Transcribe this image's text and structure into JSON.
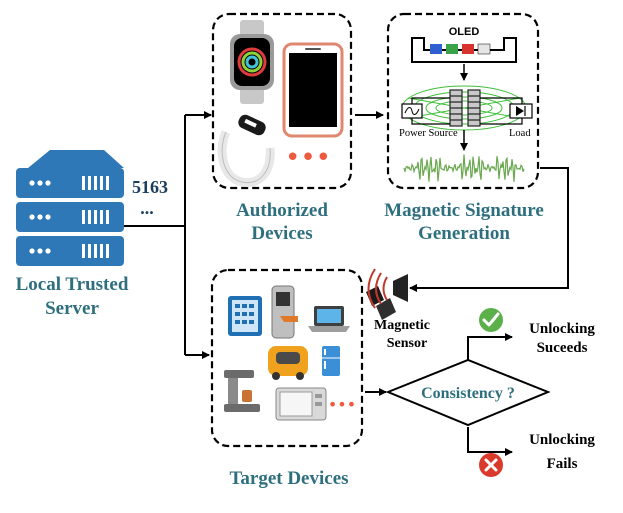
{
  "server": {
    "line1": "Local Trusted",
    "line2": "Server",
    "id_number": "5163",
    "ellipsis": "...",
    "icon": "server-rack-icon"
  },
  "authorized": {
    "line1": "Authorized",
    "line2": "Devices",
    "more_dots": "•••"
  },
  "magnetic_signature": {
    "line1": "Magnetic Signature",
    "line2": "Generation",
    "oled_label": "OLED",
    "power_source_label": "Power Source",
    "load_label": "Load"
  },
  "sensor": {
    "line1": "Magnetic",
    "line2": "Sensor"
  },
  "target": {
    "label": "Target Devices",
    "more_dots": "•••"
  },
  "decision": {
    "label": "Consistency ?"
  },
  "outcomes": {
    "success": {
      "line1": "Unlocking",
      "line2": "Suceeds",
      "icon": "check-circle-icon"
    },
    "failure": {
      "line1": "Unlocking",
      "line2": "Fails",
      "icon": "cross-circle-icon"
    }
  },
  "colors": {
    "teal": "#2e6f7e",
    "server_blue": "#2f78b8",
    "success_green": "#5cb04a",
    "fail_red": "#d93a2b",
    "wave_green": "#6aa84f"
  }
}
